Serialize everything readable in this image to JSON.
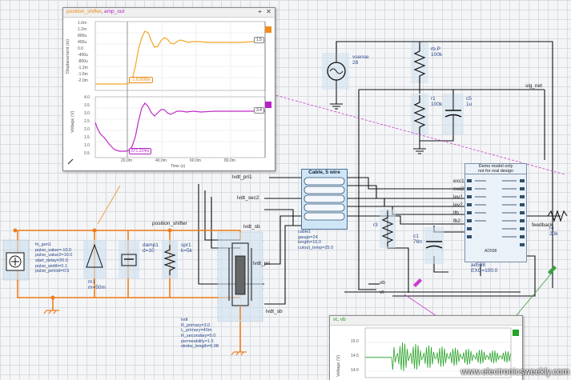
{
  "plot_top": {
    "title_part1": "position_shifter",
    "title_part2": "amp_out",
    "pin_icon": "pin-icon",
    "close_icon": "close-icon",
    "panel1": {
      "ylabel": "Displacement (m)",
      "yticks": [
        "1.6m",
        "1.2m",
        "800u",
        "400u",
        "0.0",
        "-400u",
        "-800u",
        "-1.2m",
        "-1.6m",
        "-2.0m"
      ],
      "marker_left": "-1.61898m",
      "marker_right": "1.5"
    },
    "panel2": {
      "ylabel": "Voltage (V)",
      "yticks": [
        "4.0",
        "3.5",
        "3.0",
        "2.5",
        "2.0",
        "1.5",
        "1.0",
        "0.5"
      ],
      "marker_left": "871.224m",
      "marker_right": "3.4"
    },
    "xticks": [
      "20.0m",
      "40.0m",
      "60.0m",
      "80.0m"
    ],
    "xlabel": "Time (s)",
    "colors": {
      "displacement": "#f5a623",
      "voltage": "#c02ac8",
      "accent_orange": "#f08c1a",
      "accent_purple": "#b521c6"
    }
  },
  "plot_bottom": {
    "title_a": "vt",
    "title_b": "vb",
    "ylabel": "Voltage (V)",
    "yticks": [
      "15.0",
      "14.5",
      "14.0"
    ],
    "color": "#27a327"
  },
  "schematic": {
    "vsense": {
      "name": "vsense",
      "value": "28"
    },
    "r_top": {
      "name": "rb.P",
      "value": "100k"
    },
    "r_mid": {
      "name": "r1",
      "value": "100k"
    },
    "c_right": {
      "name": "c5",
      "value": "1u"
    },
    "sig_net": "sig_net",
    "cable": {
      "title": "Cable, 5 wire",
      "props": [
        "cable1",
        "gauge=24",
        "length=10.0",
        "cutout_temp=25.0"
      ]
    },
    "net_labels": [
      "lvdt_pri1",
      "lvdt_sec2",
      "lvdt_sb",
      "lvdt_pri",
      "lvdt_sb"
    ],
    "lvdt_params": [
      "lvdt",
      "R_primary=3.0",
      "L_primary=40m",
      "R_secondary=5.0",
      "permeability=1.5",
      "stroke_length=5.08"
    ],
    "fn_gen": [
      "fn_gen1",
      "pulse_value=-10.0",
      "pulse_value2=10.0",
      "start_delay=20.0",
      "pulse_width=0.1",
      "pulse_period=0.5"
    ],
    "mass": {
      "name": "m1",
      "value": "m=50m"
    },
    "damper": {
      "name": "damp1",
      "value": "d=10"
    },
    "spring": {
      "name": "spr1",
      "value": "k=5k"
    },
    "position_shifter": "position_shifter",
    "ic": {
      "header1": "Demo model only",
      "header2": "not for real design",
      "part": "AD598",
      "name": "ad598",
      "param": "EXC=100.0",
      "pins_left": [
        "exc1",
        "exc2",
        "lev1",
        "lev2",
        "lfb",
        "fb2"
      ],
      "pins_right": [
        "",
        "",
        "",
        "",
        "",
        "",
        "",
        "",
        "",
        ""
      ]
    },
    "r3": {
      "name": "r3",
      "value": ""
    },
    "c1": {
      "name": "c1",
      "value": "76n"
    },
    "r_fb": {
      "name": "feedback",
      "value": "r4",
      "value2": "20k"
    },
    "vb_label": "vb",
    "vt_label": "vt"
  },
  "watermark": "www.electronicsweekly.com"
}
